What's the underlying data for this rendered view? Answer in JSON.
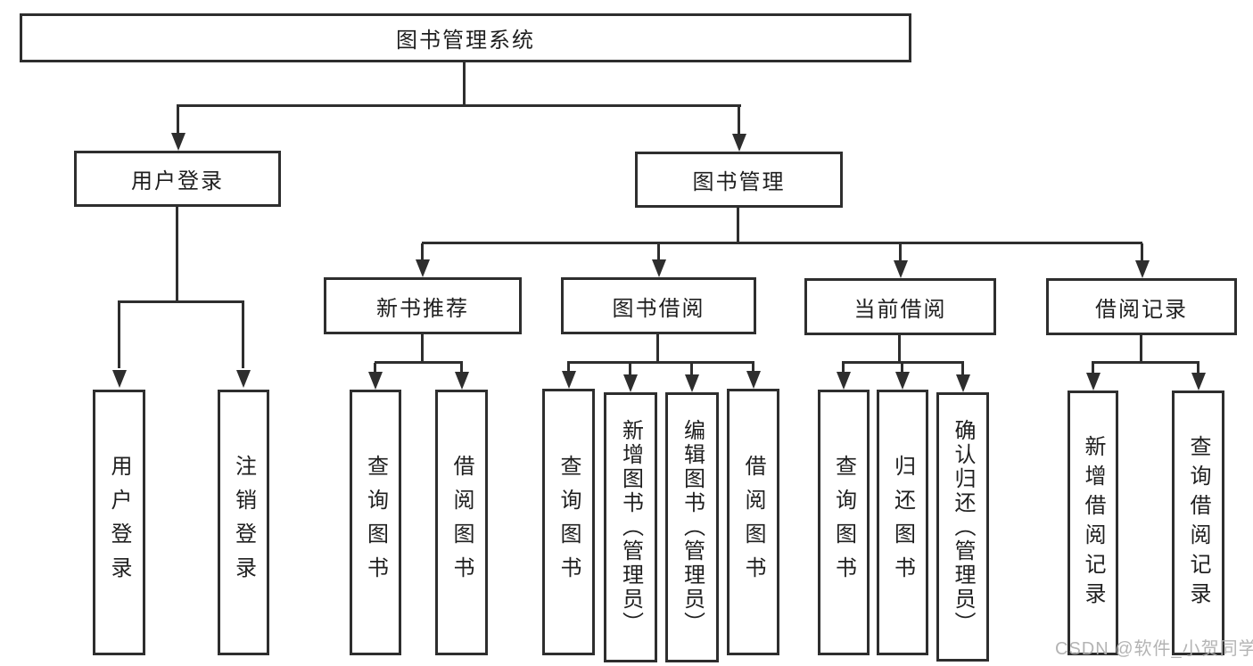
{
  "colors": {
    "line": "#2e2e2e",
    "box_border": "#2e2e2e",
    "text": "#1f1f1f",
    "watermark": "#b0b0b0",
    "background": "#ffffff"
  },
  "watermark": {
    "text": "CSDN @软件_小贺同学"
  },
  "nodes": {
    "root": {
      "label": "图书管理系统"
    },
    "user_login": {
      "label": "用户登录"
    },
    "book_mgmt": {
      "label": "图书管理"
    },
    "new_book_rec": {
      "label": "新书推荐"
    },
    "book_borrow": {
      "label": "图书借阅"
    },
    "current_borrow": {
      "label": "当前借阅"
    },
    "borrow_records": {
      "label": "借阅记录"
    },
    "user_login_leaf": {
      "label": "用户登录"
    },
    "logout_leaf": {
      "label": "注销登录"
    },
    "nbr_query_books": {
      "label": "查询图书"
    },
    "nbr_borrow_books": {
      "label": "借阅图书"
    },
    "bb_query_books": {
      "label": "查询图书"
    },
    "bb_add_books": {
      "label": "新增图书（管理员）"
    },
    "bb_edit_books": {
      "label": "编辑图书（管理员）"
    },
    "bb_borrow_books": {
      "label": "借阅图书"
    },
    "cb_query_books": {
      "label": "查询图书"
    },
    "cb_return_books": {
      "label": "归还图书"
    },
    "cb_confirm_return": {
      "label": "确认归还（管理员）"
    },
    "br_add_record": {
      "label": "新增借阅记录"
    },
    "br_query_record": {
      "label": "查询借阅记录"
    }
  },
  "hierarchy": {
    "图书管理系统": {
      "用户登录": [
        "用户登录",
        "注销登录"
      ],
      "图书管理": {
        "新书推荐": [
          "查询图书",
          "借阅图书"
        ],
        "图书借阅": [
          "查询图书",
          "新增图书（管理员）",
          "编辑图书（管理员）",
          "借阅图书"
        ],
        "当前借阅": [
          "查询图书",
          "归还图书",
          "确认归还（管理员）"
        ],
        "借阅记录": [
          "新增借阅记录",
          "查询借阅记录"
        ]
      }
    }
  }
}
